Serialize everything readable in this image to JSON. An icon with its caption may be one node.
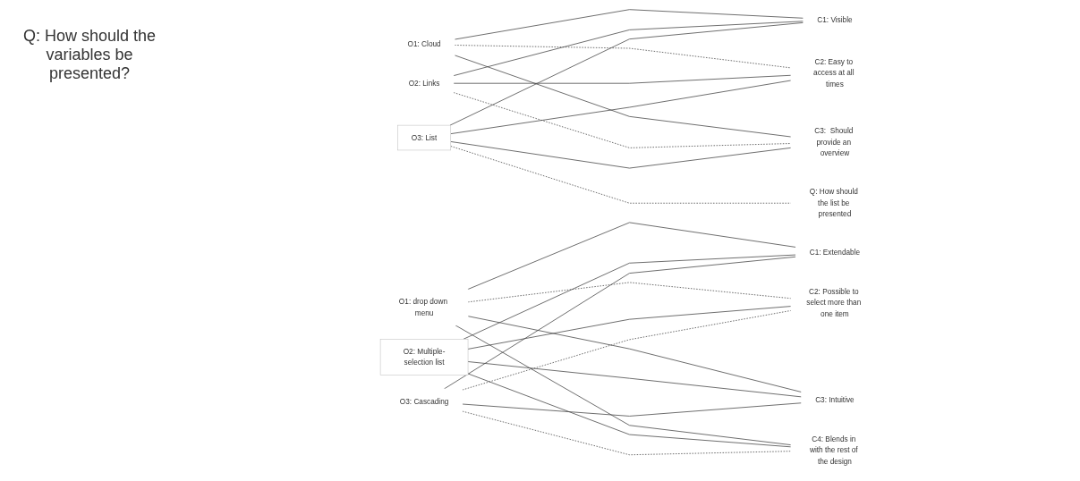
{
  "diagram": {
    "nodes": [
      {
        "text": [
          "O1: Cloud"
        ]
      },
      {
        "text": [
          "O2: Links"
        ]
      },
      {
        "text": [
          "O3: List"
        ]
      },
      {
        "text": [
          "C1: Visible"
        ]
      },
      {
        "text": [
          "C2: Easy to access at all times"
        ]
      },
      {
        "text": [
          "C3:  Should provide an overview"
        ]
      },
      {
        "text": [
          "Q: How should the list be presented"
        ]
      },
      {
        "text": [
          "O1: drop down menu"
        ]
      },
      {
        "text": [
          "O2: Multiple-selection list"
        ]
      },
      {
        "text": [
          "O3: Cascading"
        ]
      },
      {
        "text": [
          "C1: Extendable"
        ]
      },
      {
        "text": [
          "C2: Possible to select more than one item"
        ]
      },
      {
        "text": [
          "C3: Intuitive"
        ]
      },
      {
        "text": [
          "C4: Blends in with the rest of the design"
        ]
      }
    ],
    "edges": [
      {
        "from": 0,
        "to": 3,
        "arrow": "none"
      },
      {
        "from": 0,
        "to": 4,
        "arrow": "none",
        "style": "dashed"
      },
      {
        "from": 0,
        "to": 5,
        "arrow": "none"
      },
      {
        "from": 1,
        "to": 3,
        "arrow": "none"
      },
      {
        "from": 1,
        "to": 4,
        "arrow": "none"
      },
      {
        "from": 1,
        "to": 5,
        "arrow": "none",
        "style": "dashed"
      },
      {
        "from": 2,
        "to": 3,
        "arrow": "none"
      },
      {
        "from": 2,
        "to": 4,
        "arrow": "none"
      },
      {
        "from": 2,
        "to": 5,
        "arrow": "none"
      },
      {
        "from": 2,
        "to": 6,
        "arrow": "none",
        "style": "dashed"
      },
      {
        "from": 7,
        "to": 10,
        "arrow": "none"
      },
      {
        "from": 7,
        "to": 11,
        "arrow": "none",
        "style": "dashed"
      },
      {
        "from": 7,
        "to": 12,
        "arrow": "none"
      },
      {
        "from": 7,
        "to": 13,
        "arrow": "none"
      },
      {
        "from": 8,
        "to": 10,
        "arrow": "none"
      },
      {
        "from": 8,
        "to": 11,
        "arrow": "none"
      },
      {
        "from": 8,
        "to": 12,
        "arrow": "none"
      },
      {
        "from": 8,
        "to": 13,
        "arrow": "none"
      },
      {
        "from": 9,
        "to": 10,
        "arrow": "none"
      },
      {
        "from": 9,
        "to": 11,
        "arrow": "none",
        "style": "dashed"
      },
      {
        "from": 9,
        "to": 12,
        "arrow": "none"
      },
      {
        "from": 9,
        "to": 13,
        "arrow": "none",
        "style": "dashed"
      }
    ],
    "labels": [
      "Q: How should the variables be presented?"
    ]
  }
}
